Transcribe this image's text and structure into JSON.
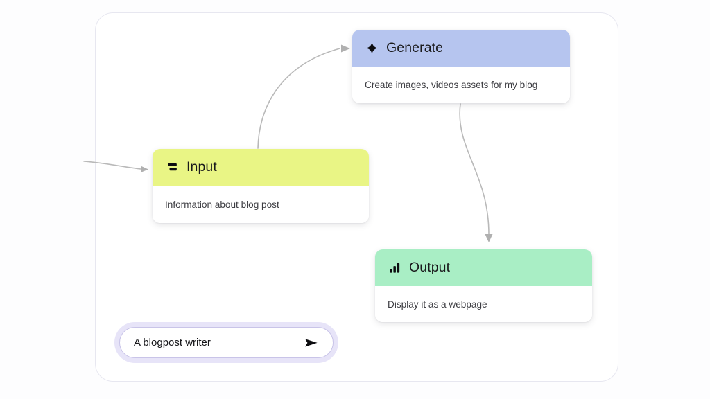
{
  "canvas": {
    "name": "workflow-canvas",
    "border_color": "#e7e7f0",
    "background": "#ffffff"
  },
  "nodes": [
    {
      "id": "generate",
      "title": "Generate",
      "description": "Create images, videos assets for my blog",
      "icon": "sparkle-icon",
      "header_color": "#b6c5ef"
    },
    {
      "id": "input",
      "title": "Input",
      "description": "Information about blog post",
      "icon": "stacked-bars-icon",
      "header_color": "#e9f585"
    },
    {
      "id": "output",
      "title": "Output",
      "description": "Display it as a webpage",
      "icon": "bar-chart-icon",
      "header_color": "#a9eec5"
    }
  ],
  "prompt": {
    "value": "A blogpost writer",
    "placeholder": "A blogpost writer",
    "send_icon": "send-arrow-icon",
    "halo_color": "#e7e4f8",
    "border_color": "#c9c4e8"
  },
  "connectors": [
    {
      "id": "entry-to-input",
      "from": "canvas-edge",
      "to": "input",
      "color": "#b9b9b9"
    },
    {
      "id": "input-to-generate",
      "from": "input",
      "to": "generate",
      "color": "#b9b9b9"
    },
    {
      "id": "generate-to-output",
      "from": "generate",
      "to": "output",
      "color": "#b9b9b9"
    }
  ]
}
